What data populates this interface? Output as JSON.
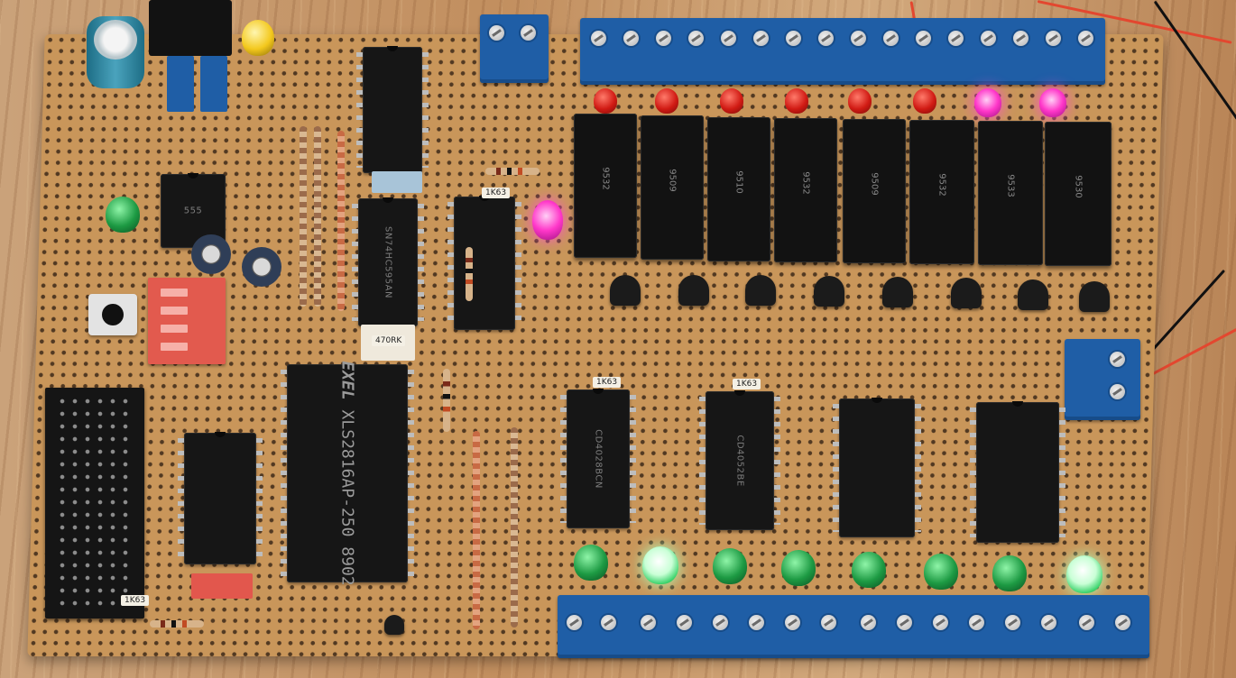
{
  "scene": {
    "ic_markings": {
      "eeprom_brand": "EXEL",
      "eeprom_part": "XLS2816AP-250",
      "eeprom_date": "8902",
      "timer": "555",
      "shift_register": "SN74HC595AN",
      "cd4028": "CD4028BCN",
      "cd4052": "CD4052BE"
    },
    "relay_marks": [
      "9532",
      "9509",
      "9510",
      "9532",
      "9509",
      "9532",
      "9533",
      "9530"
    ],
    "resistor_tags": [
      "1K63",
      "1K63",
      "1K63",
      "1K63"
    ],
    "socket_tag": "470RK",
    "colors": {
      "board": "#c9965a",
      "terminal_blue": "#1f5ea6",
      "led_green": "#1d9a43",
      "led_red": "#d11b14",
      "led_pink": "#ff37c9",
      "wire_red": "#e3472f",
      "wire_black": "#111111"
    }
  }
}
